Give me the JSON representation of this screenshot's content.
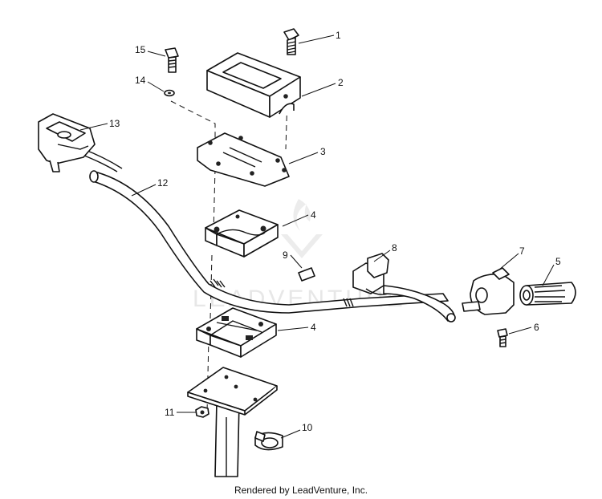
{
  "callouts": [
    "1",
    "2",
    "3",
    "4",
    "4",
    "5",
    "6",
    "7",
    "8",
    "9",
    "10",
    "11",
    "12",
    "13",
    "14",
    "15"
  ],
  "watermark": "LEADVENTURE",
  "footer": "Rendered by LeadVenture, Inc."
}
